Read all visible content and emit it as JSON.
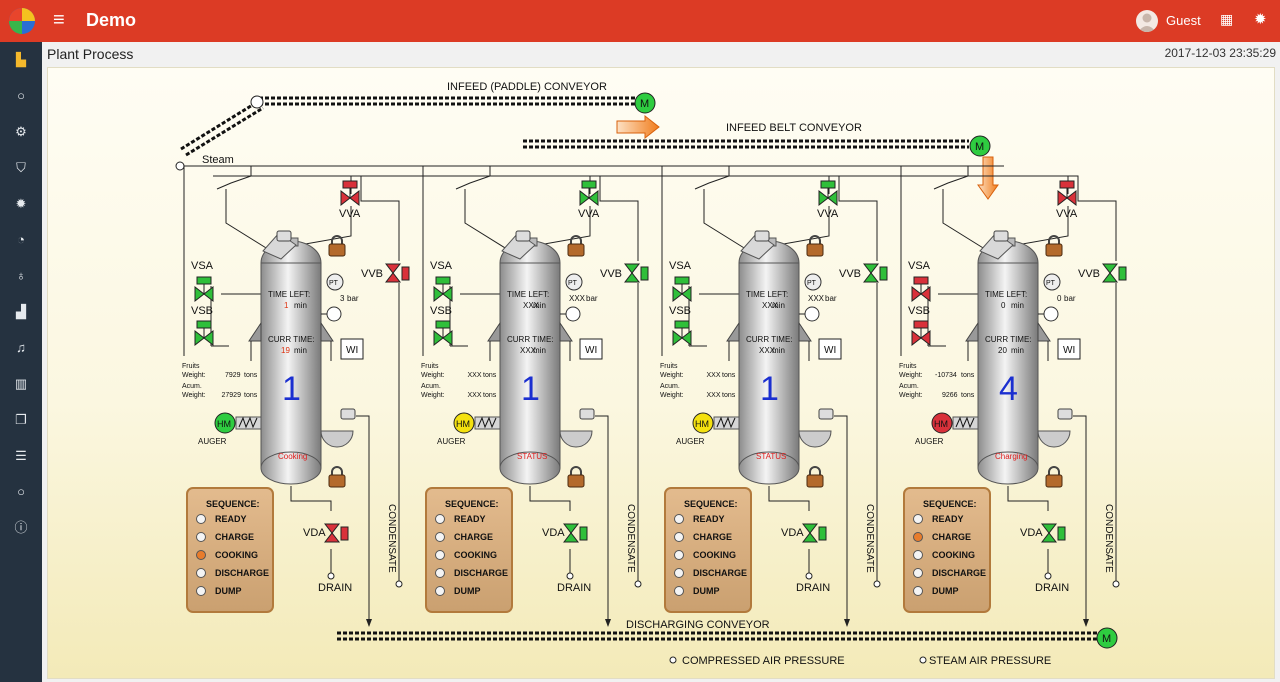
{
  "app": {
    "title": "Demo",
    "user": "Guest"
  },
  "colors": {
    "topbar": "#dc3b25",
    "sidebar": "#253240",
    "motor": "#2ecc40",
    "valve_open": "#2fbf3a",
    "valve_closed": "#d9313a",
    "panel": "#d9ad7c"
  },
  "sidebar": {
    "items": [
      {
        "icon": "factory-icon",
        "glyph": "▙",
        "active": true
      },
      {
        "icon": "circle-icon",
        "glyph": "○"
      },
      {
        "icon": "cogs-icon",
        "glyph": "⚙"
      },
      {
        "icon": "shield-icon",
        "glyph": "⛉"
      },
      {
        "icon": "gear-icon",
        "glyph": "✹"
      },
      {
        "icon": "dashboard-icon",
        "glyph": "◔"
      },
      {
        "icon": "bulb-icon",
        "glyph": "♁"
      },
      {
        "icon": "industry-icon",
        "glyph": "▟"
      },
      {
        "icon": "bell-icon",
        "glyph": "♫"
      },
      {
        "icon": "bar-chart-icon",
        "glyph": "▥"
      },
      {
        "icon": "copy-icon",
        "glyph": "❐"
      },
      {
        "icon": "database-icon",
        "glyph": "☰"
      },
      {
        "icon": "circle-outline-icon",
        "glyph": "○"
      },
      {
        "icon": "info-icon",
        "glyph": "ⓘ"
      }
    ]
  },
  "header": {
    "page_title": "Plant Process",
    "timestamp": "2017-12-03 23:35:29"
  },
  "diagram": {
    "infeed_paddle_label": "INFEED (PADDLE) CONVEYOR",
    "infeed_belt_label": "INFEED BELT CONVEYOR",
    "steam_label": "Steam",
    "discharging_label": "DISCHARGING CONVEYOR",
    "compressed_air_label": "COMPRESSED AIR PRESSURE",
    "steam_air_label": "STEAM AIR PRESSURE",
    "motor_label": "M",
    "sequence_steps": [
      "READY",
      "CHARGE",
      "COOKING",
      "DISCHARGE",
      "DUMP"
    ],
    "units": [
      {
        "time_left": "1",
        "curr_time": "19",
        "pressure": "3",
        "fruits_weight": "7929",
        "acum_weight": "27929",
        "status": "Cooking",
        "big_number": "1",
        "hm_state": "green",
        "valves": {
          "vsa": "open",
          "vsb": "open",
          "vva": "closed",
          "vvb": "closed",
          "vda": "closed"
        },
        "active_step": 2
      },
      {
        "time_left": "XXX",
        "curr_time": "XXX",
        "pressure": "XXX",
        "fruits_weight": "XXX",
        "acum_weight": "XXX",
        "status": "STATUS",
        "big_number": "1",
        "hm_state": "yellow",
        "valves": {
          "vsa": "open",
          "vsb": "open",
          "vva": "open",
          "vvb": "open",
          "vda": "open"
        },
        "active_step": -1
      },
      {
        "time_left": "XXX",
        "curr_time": "XXX",
        "pressure": "XXX",
        "fruits_weight": "XXX",
        "acum_weight": "XXX",
        "status": "STATUS",
        "big_number": "1",
        "hm_state": "yellow",
        "valves": {
          "vsa": "open",
          "vsb": "open",
          "vva": "open",
          "vvb": "open",
          "vda": "open"
        },
        "active_step": -1
      },
      {
        "time_left": "0",
        "curr_time": "20",
        "pressure": "0",
        "fruits_weight": "-10734",
        "acum_weight": "9266",
        "status": "Charging",
        "big_number": "4",
        "hm_state": "red",
        "valves": {
          "vsa": "closed",
          "vsb": "closed",
          "vva": "closed",
          "vvb": "open",
          "vda": "open"
        },
        "active_step": 1
      }
    ],
    "labels": {
      "vsa": "VSA",
      "vsb": "VSB",
      "vva": "VVA",
      "vvb": "VVB",
      "vda": "VDA",
      "pt": "PT",
      "wi": "WI",
      "hm": "HM",
      "auger": "AUGER",
      "drain": "DRAIN",
      "condensate": "CONDENSATE",
      "sequence": "SEQUENCE:",
      "time_left": "TIME LEFT:",
      "curr_time": "CURR TIME:",
      "min": "min",
      "bar": "bar",
      "tons": "tons",
      "fruits": "Fruits",
      "weight": "Weight:",
      "acum": "Acum."
    }
  }
}
